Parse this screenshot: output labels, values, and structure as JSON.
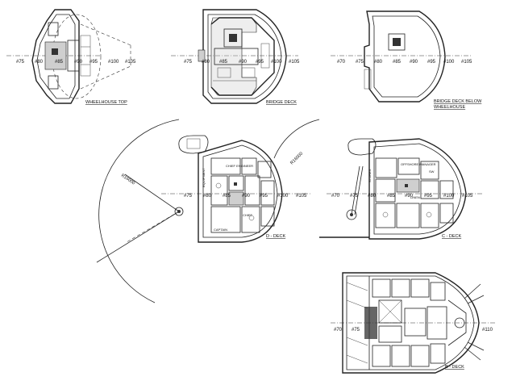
{
  "drawing": {
    "views": {
      "wheelhouse_top": "WHEELHOUSE TOP",
      "bridge_deck": "BRIDGE DECK",
      "bridge_deck_below_1": "BRIDGE DECK BELOW",
      "bridge_deck_below_2": "WHEELHOUSE",
      "d_deck": "D - DECK",
      "c_deck": "C - DECK",
      "b_deck": "B - DECK"
    },
    "frames": {
      "f70": "#70",
      "f75": "#75",
      "f80": "#80",
      "f85": "#85",
      "f90": "#90",
      "f95": "#95",
      "f100": "#100",
      "f105": "#105",
      "f110": "#110"
    },
    "radius_left": "R16000",
    "radius_right": "R16000",
    "rooms": {
      "chief_engineer": "CHIEF ENGINEER",
      "captain": "CAPTAIN",
      "offshore_manager": "OFFSHORE MANAGER",
      "chief": "CHIEF",
      "linen": "LINEN",
      "stores": "STORES",
      "equipment": "EQUIPMENT",
      "sw": "SW"
    }
  }
}
